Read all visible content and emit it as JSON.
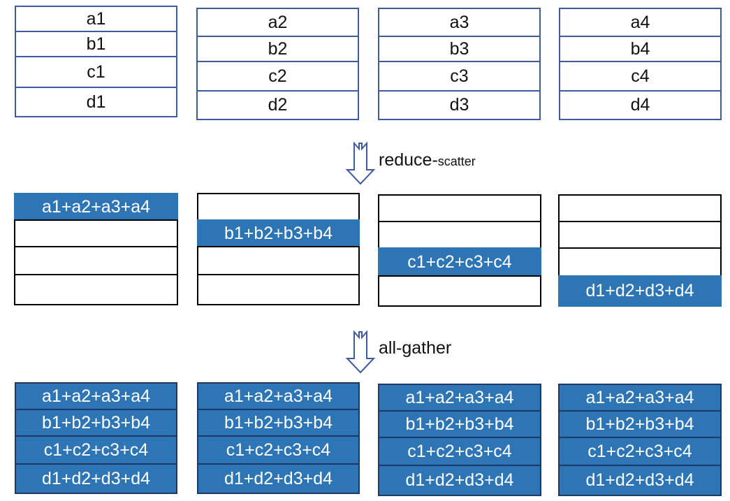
{
  "initial": [
    [
      "a1",
      "b1",
      "c1",
      "d1"
    ],
    [
      "a2",
      "b2",
      "c2",
      "d2"
    ],
    [
      "a3",
      "b3",
      "c3",
      "d3"
    ],
    [
      "a4",
      "b4",
      "c4",
      "d4"
    ]
  ],
  "steps": {
    "reduce_scatter": {
      "main": "reduce",
      "sep": "-",
      "small": "scatter"
    },
    "all_gather": {
      "label": "all-gather"
    }
  },
  "sums": [
    "a1+a2+a3+a4",
    "b1+b2+b3+b4",
    "c1+c2+c3+c4",
    "d1+d2+d3+d4"
  ],
  "colors": {
    "fill": "#2e75b6",
    "outline_blue": "#3f5a9e",
    "outline_black": "#000000"
  }
}
